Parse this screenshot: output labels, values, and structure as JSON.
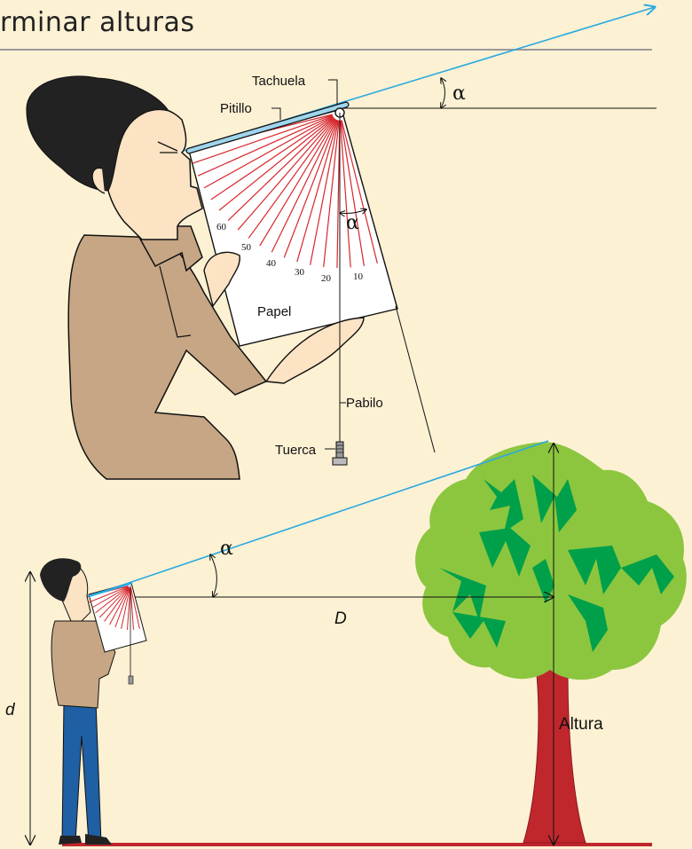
{
  "title": "rminar alturas",
  "labels": {
    "tack": "Tachuela",
    "straw": "Pitillo",
    "paper": "Papel",
    "wick": "Pabilo",
    "nut": "Tuerca",
    "height": "Altura",
    "distance": "D",
    "eye_height": "d"
  },
  "angle_symbol": "α",
  "protractor_ticks": [
    "10",
    "20",
    "30",
    "40",
    "50",
    "60"
  ],
  "colors": {
    "background": "#fdf1d4",
    "sight_line": "#29a9e1",
    "protractor_lines": "#d7262b",
    "skin": "#fbe3c4",
    "shirt": "#c6a684",
    "hair": "#222222",
    "pants": "#1f5fa3",
    "trunk": "#c0272d",
    "foliage_light": "#8cc63f",
    "foliage_dark": "#00a04a",
    "ground": "#c0272d",
    "rule": "#9a9a9a"
  }
}
